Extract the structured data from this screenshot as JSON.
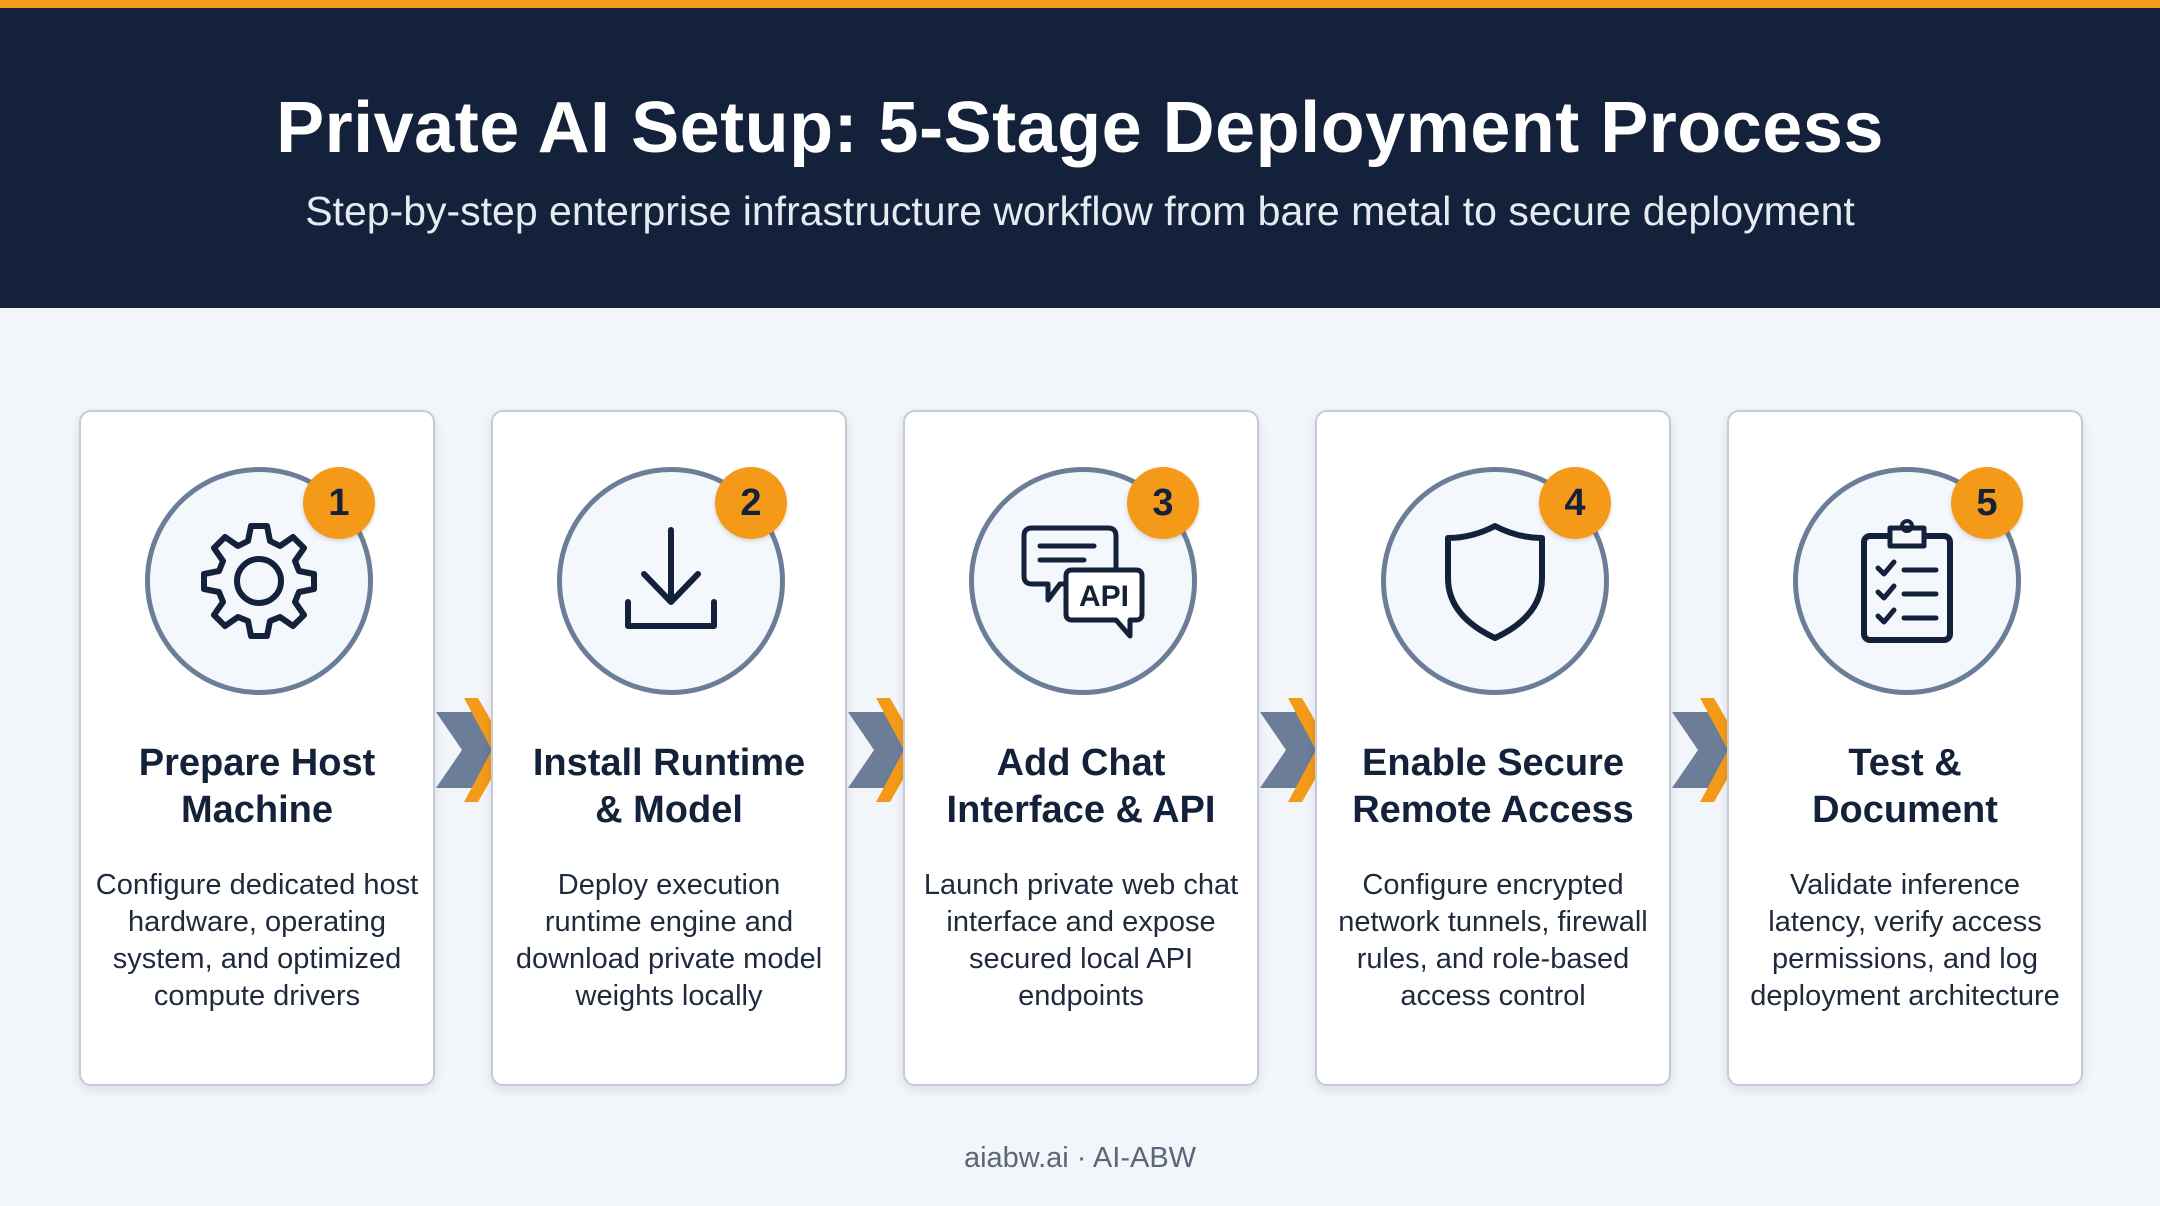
{
  "header": {
    "title": "Private AI Setup: 5-Stage Deployment Process",
    "subtitle": "Step-by-step enterprise infrastructure workflow from bare metal to secure deployment"
  },
  "colors": {
    "header_bg": "#14213a",
    "accent": "#f59a18",
    "icon_stroke": "#14213a",
    "circle_ring": "#6c7d98",
    "arrow_back": "#6c7d98"
  },
  "stages": [
    {
      "number": "1",
      "icon": "gear-icon",
      "title_lines": [
        "Prepare Host",
        "Machine"
      ],
      "description": "Configure dedicated host hardware, operating system, and optimized compute drivers"
    },
    {
      "number": "2",
      "icon": "download-icon",
      "title_lines": [
        "Install Runtime",
        "& Model"
      ],
      "description": "Deploy execution runtime engine and download private model weights locally"
    },
    {
      "number": "3",
      "icon": "chat-api-icon",
      "icon_text": "API",
      "title_lines": [
        "Add Chat",
        "Interface & API"
      ],
      "description": "Launch private web chat interface and expose secured local API endpoints"
    },
    {
      "number": "4",
      "icon": "shield-icon",
      "title_lines": [
        "Enable Secure",
        "Remote Access"
      ],
      "description": "Configure encrypted network tunnels, firewall rules, and role-based access control"
    },
    {
      "number": "5",
      "icon": "clipboard-checklist-icon",
      "title_lines": [
        "Test &",
        "Document"
      ],
      "description": "Validate inference latency, verify access permissions, and log deployment architecture"
    }
  ],
  "footer": {
    "text": "aiabw.ai · AI-ABW"
  }
}
